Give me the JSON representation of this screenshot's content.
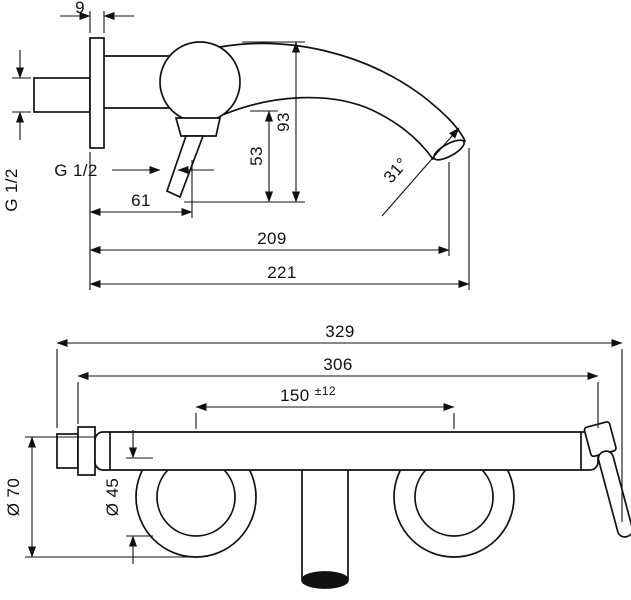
{
  "drawing": {
    "background": "#ffffff",
    "line_color": "#111111",
    "side_view": {
      "dim_width": "9",
      "thread_size_vertical": "G 1/2",
      "thread_size_label": "G 1/2",
      "dim_height_total": "93",
      "dim_height_spout": "53",
      "dim_depth": "61",
      "dim_projection": "209",
      "dim_projection_total": "221",
      "spout_angle": "31°"
    },
    "front_view": {
      "dim_width_total": "329",
      "dim_width_body": "306",
      "dim_centers": "150",
      "dim_centers_tolerance": "±12",
      "dia_escutcheon": "Ø 70",
      "dia_body": "Ø 45"
    }
  }
}
